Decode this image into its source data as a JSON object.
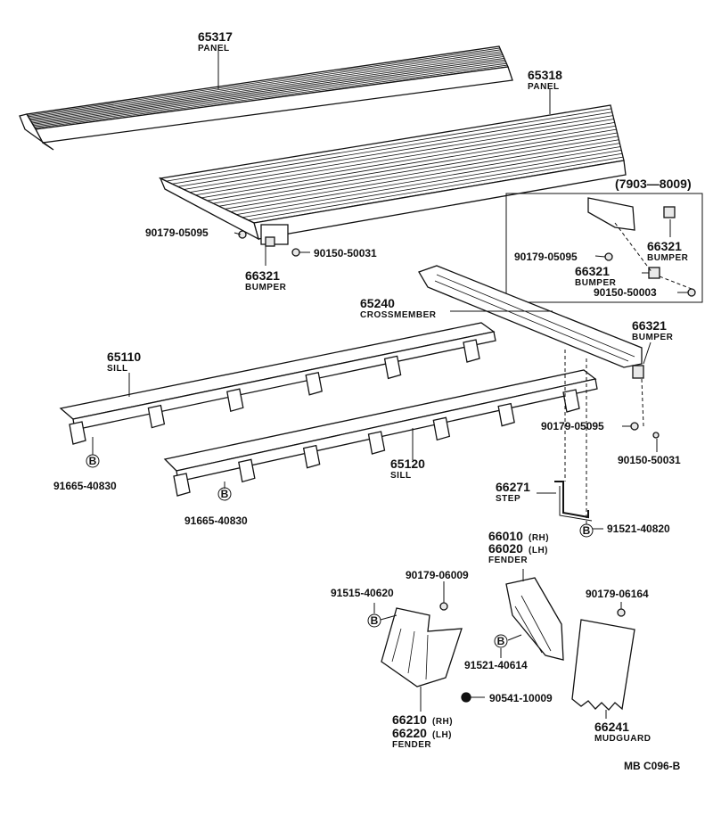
{
  "diagram": {
    "code": "MB C096-B",
    "range_label": "(7903—8009)",
    "parts": [
      {
        "id": "p65317",
        "number": "65317",
        "name": "PANEL"
      },
      {
        "id": "p65318",
        "number": "65318",
        "name": "PANEL"
      },
      {
        "id": "p90179a",
        "number": "90179-05095"
      },
      {
        "id": "p90150a",
        "number": "90150-50031"
      },
      {
        "id": "p66321a",
        "number": "66321",
        "name": "BUMPER"
      },
      {
        "id": "p66321b",
        "number": "66321",
        "name": "BUMPER"
      },
      {
        "id": "p90179b",
        "number": "90179-05095"
      },
      {
        "id": "p66321c",
        "number": "66321",
        "name": "BUMPER"
      },
      {
        "id": "p90150b",
        "number": "90150-50003"
      },
      {
        "id": "p65240",
        "number": "65240",
        "name": "CROSSMEMBER"
      },
      {
        "id": "p66321d",
        "number": "66321",
        "name": "BUMPER"
      },
      {
        "id": "p65110",
        "number": "65110",
        "name": "SILL"
      },
      {
        "id": "p91665a",
        "number": "91665-40830"
      },
      {
        "id": "p65120",
        "number": "65120",
        "name": "SILL"
      },
      {
        "id": "p91665b",
        "number": "91665-40830"
      },
      {
        "id": "p90179c",
        "number": "90179-05095"
      },
      {
        "id": "p90150c",
        "number": "90150-50031"
      },
      {
        "id": "p66271",
        "number": "66271",
        "name": "STEP"
      },
      {
        "id": "p91521a",
        "number": "91521-40820"
      },
      {
        "id": "p66010",
        "number": "66010",
        "side": "(RH)"
      },
      {
        "id": "p66020",
        "number": "66020",
        "side": "(LH)",
        "name": "FENDER"
      },
      {
        "id": "p90179d",
        "number": "90179-06009"
      },
      {
        "id": "p91515",
        "number": "91515-40620"
      },
      {
        "id": "p90179e",
        "number": "90179-06164"
      },
      {
        "id": "p91521b",
        "number": "91521-40614"
      },
      {
        "id": "p90541",
        "number": "90541-10009"
      },
      {
        "id": "p66210",
        "number": "66210",
        "side": "(RH)"
      },
      {
        "id": "p66220",
        "number": "66220",
        "side": "(LH)",
        "name": "FENDER"
      },
      {
        "id": "p66241",
        "number": "66241",
        "name": "MUDGUARD"
      }
    ],
    "callout_letter": "B"
  }
}
